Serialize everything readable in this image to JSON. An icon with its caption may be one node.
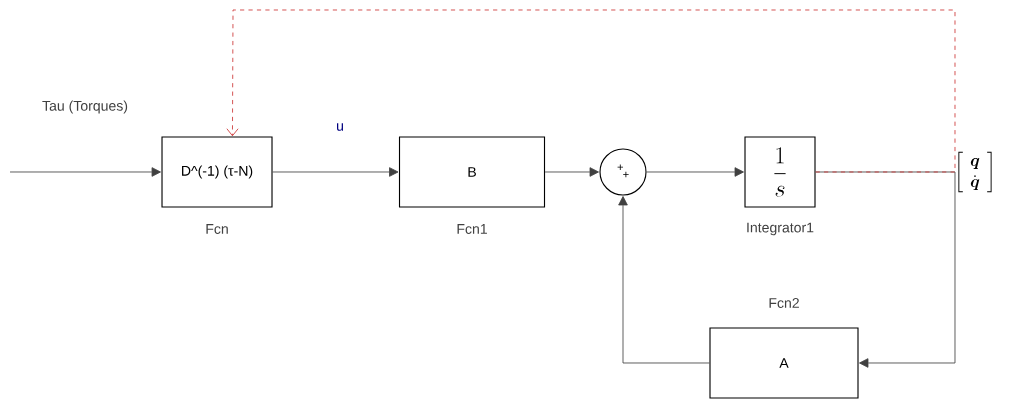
{
  "diagram": {
    "nodes": [
      {
        "text": [
          "D^(-1) (τ-N)"
        ],
        "beside": [
          "Fcn"
        ]
      },
      {
        "text": [
          "B"
        ],
        "beside": [
          "Fcn1"
        ]
      },
      {
        "text": [
          "+",
          "+"
        ]
      },
      {
        "text": [
          "\\frac{1}{s}"
        ],
        "beside": [
          "Integrator1"
        ]
      },
      {
        "text": [
          "A"
        ],
        "beside": [
          "Fcn2"
        ]
      }
    ],
    "edges": [
      {
        "from": null,
        "to": 0,
        "arrow": "to"
      },
      {
        "from": 0,
        "to": 1,
        "arrow": "to",
        "label": "u"
      },
      {
        "from": 1,
        "to": 2,
        "arrow": "to"
      },
      {
        "from": 2,
        "to": 3,
        "arrow": "to"
      },
      {
        "from": 3,
        "to": 4,
        "arrow": "to"
      },
      {
        "from": 4,
        "to": 2,
        "arrow": "to"
      },
      {
        "from": 3,
        "to": 0,
        "arrow": "to",
        "style": "dashed",
        "color": "#cc3333"
      }
    ],
    "labels": [
      "Tau (Torques)",
      "\\left[\\begin{array}{c}\\boldsymbol{q}\\\\ \\dot{\\boldsymbol{q}}\\end{array}\\right]"
    ]
  }
}
